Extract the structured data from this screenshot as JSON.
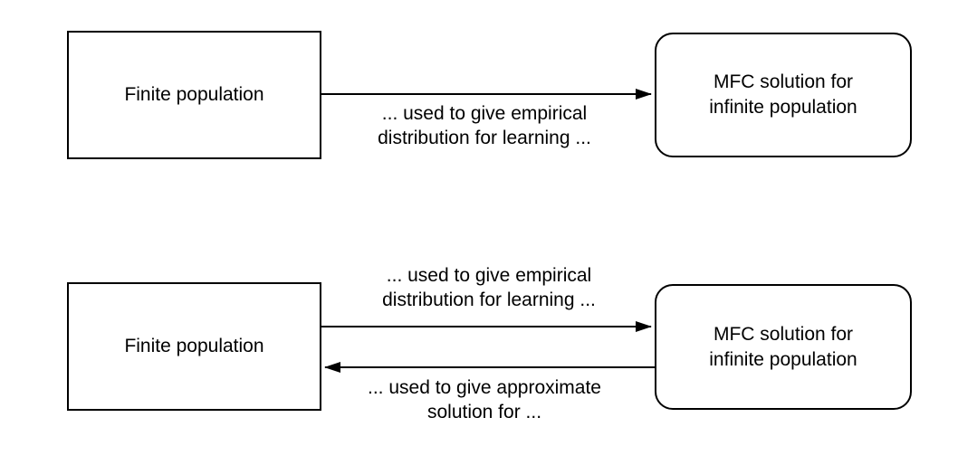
{
  "colors": {
    "line": "#000000",
    "background": "#ffffff",
    "text": "#000000"
  },
  "diagram_top": {
    "finite_label": "Finite population",
    "mfc_label": "MFC solution for\ninfinite population",
    "forward_label": "... used to give empirical\ndistribution for learning ..."
  },
  "diagram_bottom": {
    "finite_label": "Finite population",
    "mfc_label": "MFC solution for\ninfinite population",
    "forward_label": "... used to give empirical\ndistribution for learning ...",
    "backward_label": "... used to give approximate\nsolution for ..."
  }
}
